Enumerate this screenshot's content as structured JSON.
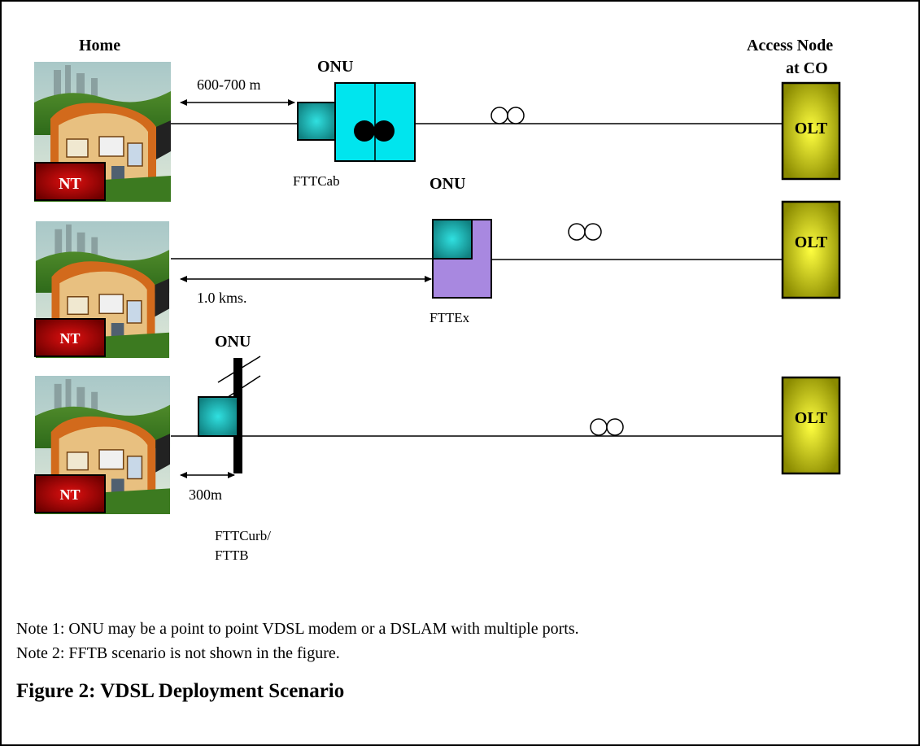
{
  "labels": {
    "home": "Home",
    "access_node_line1": "Access Node",
    "access_node_line2": "at CO",
    "onu": "ONU",
    "olt": "OLT",
    "nt": "NT"
  },
  "rows": [
    {
      "distance": "600-700 m",
      "type": "FTTCab"
    },
    {
      "distance": "1.0 kms.",
      "type": "FTTEx"
    },
    {
      "distance": "300m",
      "type_line1": "FTTCurb/",
      "type_line2": "FTTB"
    }
  ],
  "notes": [
    "Note 1: ONU may be a point to point VDSL modem or a DSLAM with multiple ports.",
    "Note 2: FFTB scenario is not shown in the figure."
  ],
  "caption": "Figure 2: VDSL Deployment Scenario",
  "colors": {
    "onu_cyan": "#00e5ee",
    "onu_teal": "#1aa8a8",
    "fttex_purple": "#a888e0",
    "olt_yellow": "#d4d400",
    "nt_red": "#c00000"
  }
}
